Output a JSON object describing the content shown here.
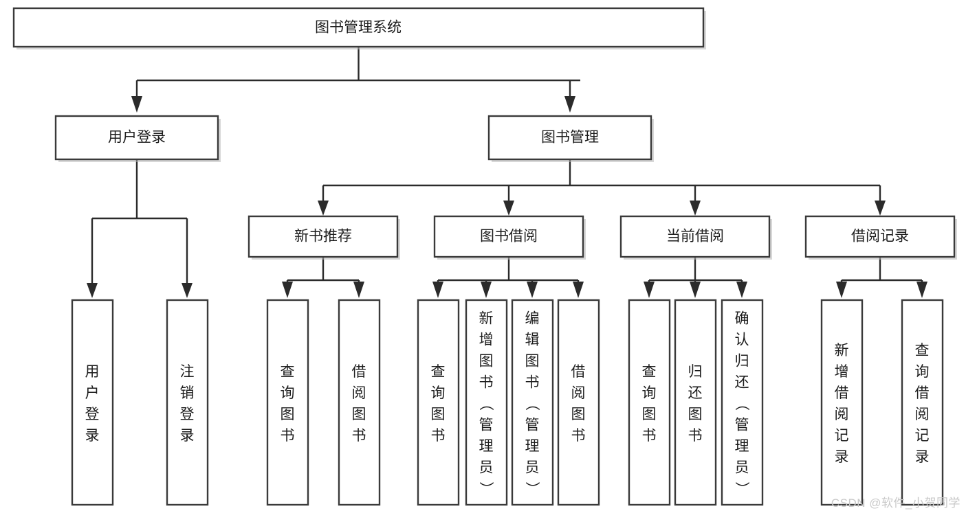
{
  "diagram": {
    "title": "图书管理系统",
    "type": "hierarchy-tree",
    "orientation": "top-down",
    "watermark": "CSDN @软件_小贺同学",
    "colors": {
      "box_stroke": "#3a3a3a",
      "box_fill": "#ffffff",
      "connector": "#2b2b2b",
      "text": "#1d1d1d",
      "watermark": "#c9c9c9",
      "background": "#ffffff"
    },
    "levels": [
      {
        "level": 1,
        "nodes": [
          {
            "id": "root",
            "label": "图书管理系统",
            "orientation": "horizontal"
          }
        ]
      },
      {
        "level": 2,
        "nodes": [
          {
            "id": "user-login",
            "label": "用户登录",
            "orientation": "horizontal",
            "parent": "root"
          },
          {
            "id": "book-manage",
            "label": "图书管理",
            "orientation": "horizontal",
            "parent": "root"
          }
        ]
      },
      {
        "level": 3,
        "nodes": [
          {
            "id": "new-book-rec",
            "label": "新书推荐",
            "orientation": "horizontal",
            "parent": "book-manage"
          },
          {
            "id": "book-borrow",
            "label": "图书借阅",
            "orientation": "horizontal",
            "parent": "book-manage"
          },
          {
            "id": "current-borrow",
            "label": "当前借阅",
            "orientation": "horizontal",
            "parent": "book-manage"
          },
          {
            "id": "borrow-record",
            "label": "借阅记录",
            "orientation": "horizontal",
            "parent": "book-manage"
          }
        ]
      },
      {
        "level": 4,
        "nodes": [
          {
            "id": "leaf-user-login",
            "label": "用户登录",
            "orientation": "vertical",
            "parent": "user-login"
          },
          {
            "id": "leaf-user-logout",
            "label": "注销登录",
            "orientation": "vertical",
            "parent": "user-login"
          },
          {
            "id": "leaf-query-book-1",
            "label": "查询图书",
            "orientation": "vertical",
            "parent": "new-book-rec"
          },
          {
            "id": "leaf-borrow-book-1",
            "label": "借阅图书",
            "orientation": "vertical",
            "parent": "new-book-rec"
          },
          {
            "id": "leaf-query-book-2",
            "label": "查询图书",
            "orientation": "vertical",
            "parent": "book-borrow"
          },
          {
            "id": "leaf-add-book",
            "label": "新增图书（管理员）",
            "orientation": "vertical",
            "parent": "book-borrow"
          },
          {
            "id": "leaf-edit-book",
            "label": "编辑图书（管理员）",
            "orientation": "vertical",
            "parent": "book-borrow"
          },
          {
            "id": "leaf-borrow-book-2",
            "label": "借阅图书",
            "orientation": "vertical",
            "parent": "book-borrow"
          },
          {
            "id": "leaf-query-book-3",
            "label": "查询图书",
            "orientation": "vertical",
            "parent": "current-borrow"
          },
          {
            "id": "leaf-return-book",
            "label": "归还图书",
            "orientation": "vertical",
            "parent": "current-borrow"
          },
          {
            "id": "leaf-confirm-return",
            "label": "确认归还（管理员）",
            "orientation": "vertical",
            "parent": "current-borrow"
          },
          {
            "id": "leaf-add-record",
            "label": "新增借阅记录",
            "orientation": "vertical",
            "parent": "borrow-record"
          },
          {
            "id": "leaf-query-record",
            "label": "查询借阅记录",
            "orientation": "vertical",
            "parent": "borrow-record"
          }
        ]
      }
    ]
  }
}
